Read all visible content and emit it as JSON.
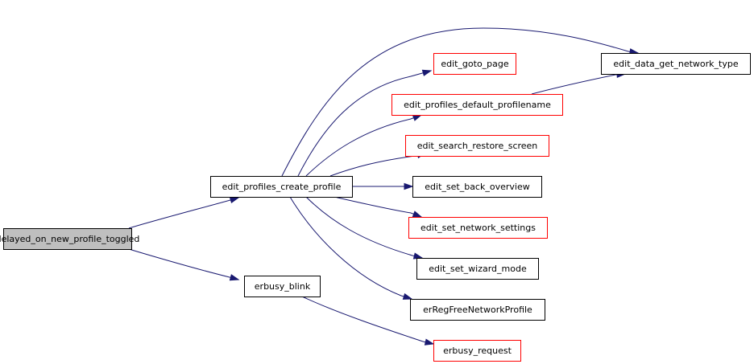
{
  "graph": {
    "nodes": [
      {
        "id": "delayed",
        "label": "delayed_on_new_profile_toggled",
        "style": "root"
      },
      {
        "id": "create",
        "label": "edit_profiles_create_profile",
        "style": "normal"
      },
      {
        "id": "blink",
        "label": "erbusy_blink",
        "style": "normal"
      },
      {
        "id": "network_type",
        "label": "edit_data_get_network_type",
        "style": "normal"
      },
      {
        "id": "goto",
        "label": "edit_goto_page",
        "style": "external"
      },
      {
        "id": "default_name",
        "label": "edit_profiles_default_profilename",
        "style": "external"
      },
      {
        "id": "search_restore",
        "label": "edit_search_restore_screen",
        "style": "external"
      },
      {
        "id": "back_overview",
        "label": "edit_set_back_overview",
        "style": "normal"
      },
      {
        "id": "net_settings",
        "label": "edit_set_network_settings",
        "style": "external"
      },
      {
        "id": "wizard",
        "label": "edit_set_wizard_mode",
        "style": "normal"
      },
      {
        "id": "free_profile",
        "label": "erRegFreeNetworkProfile",
        "style": "normal"
      },
      {
        "id": "request",
        "label": "erbusy_request",
        "style": "external"
      }
    ],
    "edges": [
      {
        "from": "delayed",
        "to": "create"
      },
      {
        "from": "delayed",
        "to": "blink"
      },
      {
        "from": "create",
        "to": "network_type"
      },
      {
        "from": "create",
        "to": "goto"
      },
      {
        "from": "create",
        "to": "default_name"
      },
      {
        "from": "create",
        "to": "search_restore"
      },
      {
        "from": "create",
        "to": "back_overview"
      },
      {
        "from": "create",
        "to": "net_settings"
      },
      {
        "from": "create",
        "to": "wizard"
      },
      {
        "from": "create",
        "to": "free_profile"
      },
      {
        "from": "default_name",
        "to": "network_type"
      },
      {
        "from": "blink",
        "to": "request"
      }
    ],
    "colors": {
      "edge": "#191970",
      "root_fill": "#bfbfbf",
      "normal_border": "#000000",
      "external_border": "#ff0000",
      "background": "#ffffff"
    }
  }
}
